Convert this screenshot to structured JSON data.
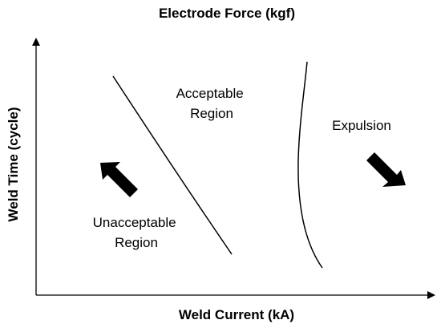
{
  "title": "Electrode Force (kgf)",
  "axes": {
    "x_label": "Weld Current (kA)",
    "y_label": "Weld Time (cycle)"
  },
  "regions": {
    "acceptable": [
      "Acceptable",
      "Region"
    ],
    "unacceptable": [
      "Unacceptable",
      "Region"
    ],
    "expulsion": "Expulsion"
  },
  "colors": {
    "ink": "#000000",
    "background": "#ffffff"
  }
}
